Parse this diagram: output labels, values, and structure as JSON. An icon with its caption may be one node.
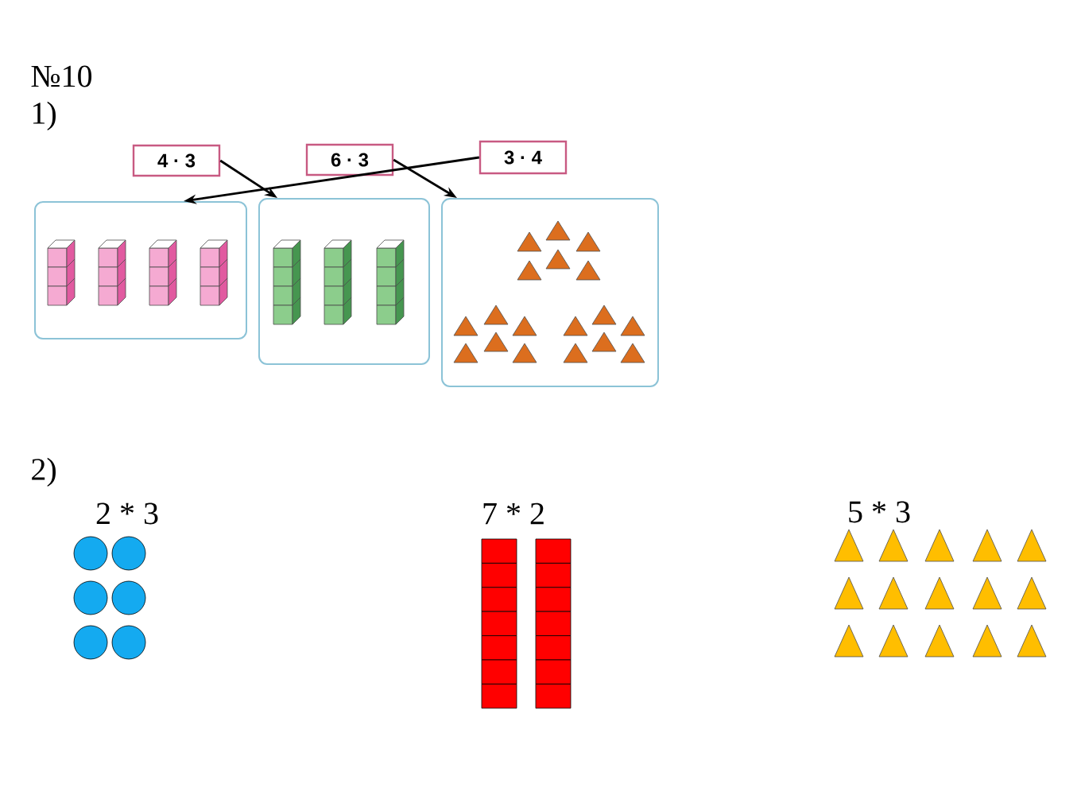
{
  "diagram": {
    "nodes": [
      {
        "text": [
          "4 · 3"
        ]
      },
      {
        "text": [
          "6 · 3"
        ]
      },
      {
        "text": [
          "3 · 4"
        ]
      },
      {
        "text": [],
        "shape": "box"
      },
      {
        "text": [],
        "shape": "box"
      },
      {
        "text": [],
        "shape": "box"
      }
    ],
    "edges": [
      {
        "from": 0,
        "to": 4,
        "arrow": "to"
      },
      {
        "from": 1,
        "to": 5,
        "arrow": "to"
      },
      {
        "from": 2,
        "to": 3,
        "arrow": "to"
      }
    ],
    "labels": [
      "№10",
      "1)",
      "2)",
      "2 * 3",
      "7 * 2",
      "5 * 3"
    ]
  }
}
